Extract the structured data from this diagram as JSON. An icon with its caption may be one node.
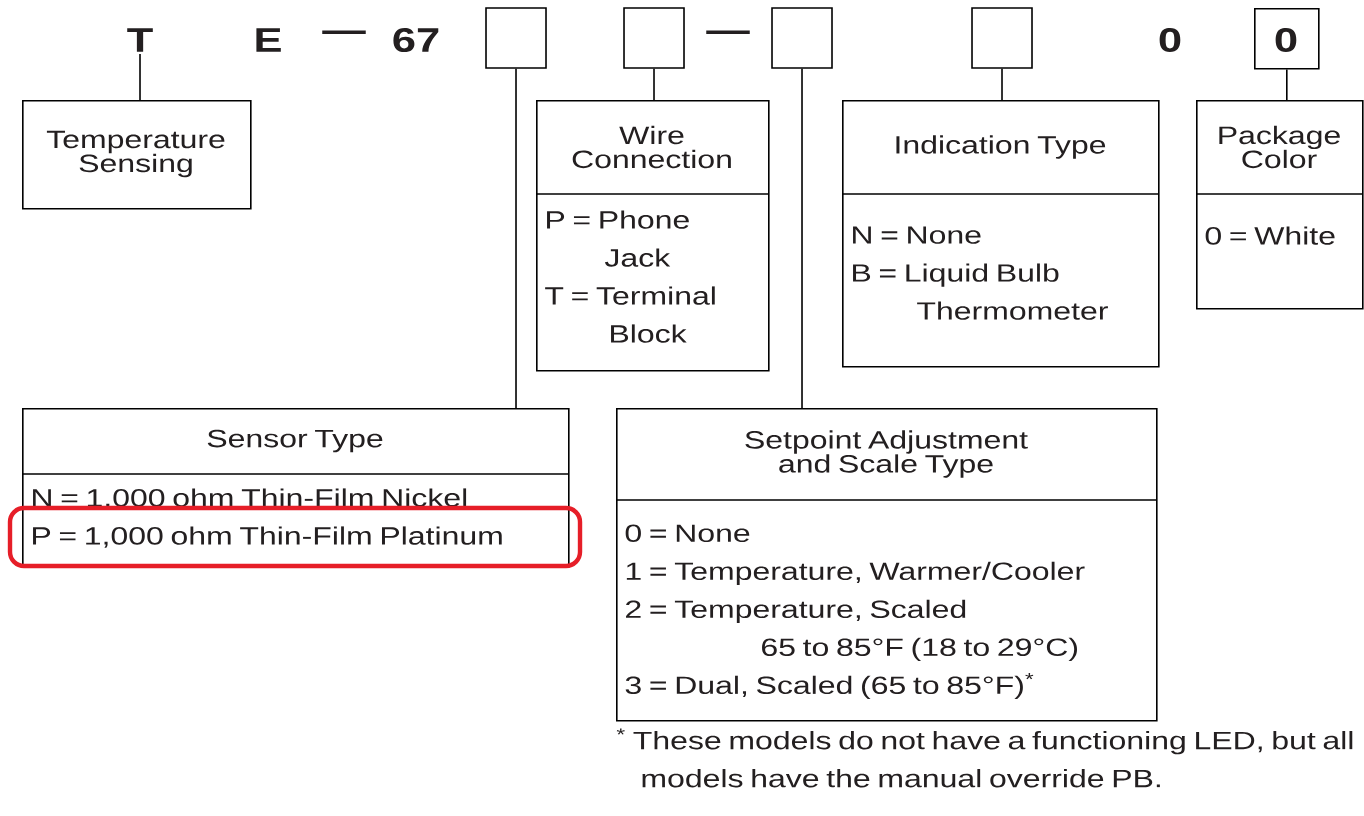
{
  "diagram": {
    "nodes": [
      {
        "text": [
          "T"
        ]
      },
      {
        "text": [],
        "shape": "box"
      },
      {
        "text": [],
        "shape": "box"
      },
      {
        "text": [],
        "shape": "box"
      },
      {
        "text": [],
        "shape": "box"
      },
      {
        "text": [
          "0"
        ]
      },
      {
        "text": [
          "Temperature Sensing"
        ]
      },
      {
        "text": [
          "Wire Connection",
          "P = Phone Jack",
          "T = Terminal Block"
        ]
      },
      {
        "text": [
          "Indication Type",
          "N = None",
          "B = Liquid Bulb Thermometer"
        ]
      },
      {
        "text": [
          "Package Color",
          "0 = White"
        ]
      },
      {
        "text": [
          "Sensor Type",
          "N = 1,000 ohm Thin-Film Nickel",
          "P = 1,000 ohm Thin-Film Platinum"
        ]
      },
      {
        "text": [
          "Setpoint Adjustment and Scale Type",
          "0 = None",
          "1 = Temperature, Warmer/Cooler",
          "2 = Temperature, Scaled 65 to 85°F (18 to 29°C)",
          "3 = Dual, Scaled (65 to 85°F)$^{*}$"
        ]
      }
    ],
    "edges": [
      {
        "from": 0,
        "to": 6,
        "arrow": "none"
      },
      {
        "from": 1,
        "to": 10,
        "arrow": "none"
      },
      {
        "from": 2,
        "to": 7,
        "arrow": "none"
      },
      {
        "from": 3,
        "to": 11,
        "arrow": "none"
      },
      {
        "from": 4,
        "to": 8,
        "arrow": "none"
      },
      {
        "from": 5,
        "to": 9,
        "arrow": "none"
      }
    ],
    "labels": [
      "E",
      "—",
      "67",
      "—",
      "0",
      "$^{*}$ These models do not have a functioning LED, but all models have the manual override PB."
    ]
  }
}
